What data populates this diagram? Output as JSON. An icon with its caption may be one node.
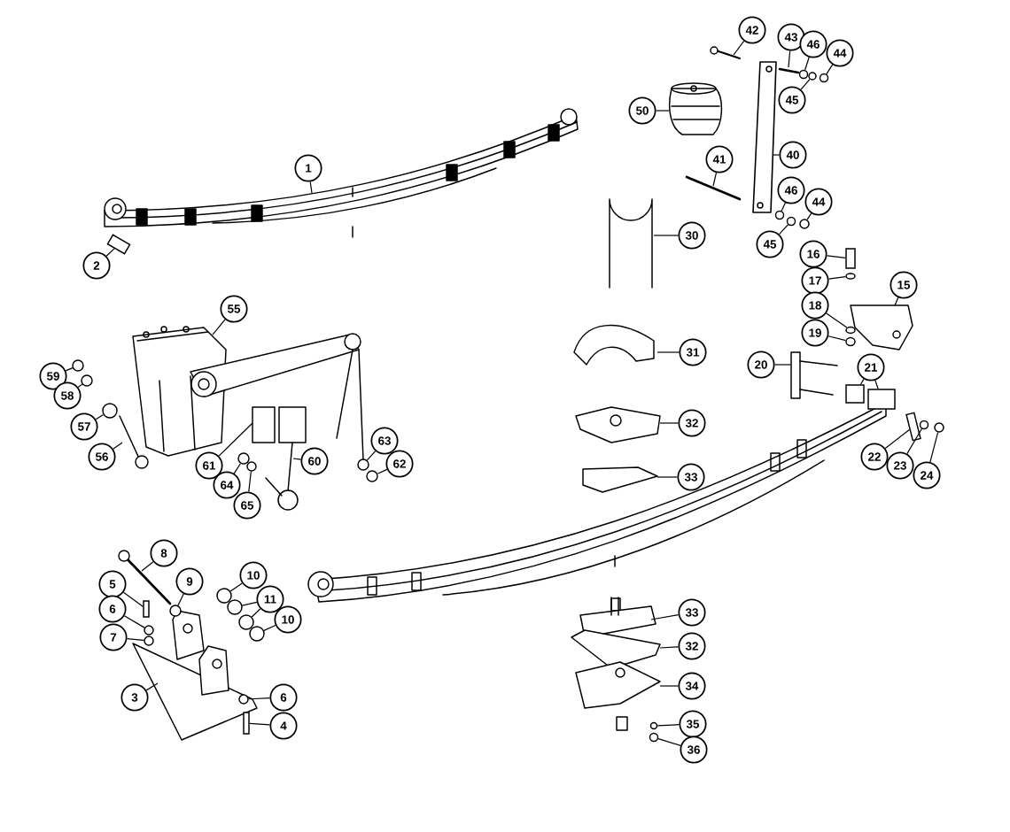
{
  "diagram": {
    "nodes": [
      {
        "text": [
          "1"
        ]
      },
      {
        "text": [
          "2"
        ]
      },
      {
        "text": [
          "42"
        ]
      },
      {
        "text": [
          "43"
        ]
      },
      {
        "text": [
          "46"
        ]
      },
      {
        "text": [
          "44"
        ]
      },
      {
        "text": [
          "45"
        ]
      },
      {
        "text": [
          "50"
        ]
      },
      {
        "text": [
          "40"
        ]
      },
      {
        "text": [
          "41"
        ]
      },
      {
        "text": [
          "46"
        ]
      },
      {
        "text": [
          "44"
        ]
      },
      {
        "text": [
          "30"
        ]
      },
      {
        "text": [
          "45"
        ]
      },
      {
        "text": [
          "16"
        ]
      },
      {
        "text": [
          "17"
        ]
      },
      {
        "text": [
          "15"
        ]
      },
      {
        "text": [
          "55"
        ]
      },
      {
        "text": [
          "18"
        ]
      },
      {
        "text": [
          "19"
        ]
      },
      {
        "text": [
          "31"
        ]
      },
      {
        "text": [
          "20"
        ]
      },
      {
        "text": [
          "21"
        ]
      },
      {
        "text": [
          "59"
        ]
      },
      {
        "text": [
          "58"
        ]
      },
      {
        "text": [
          "32"
        ]
      },
      {
        "text": [
          "57"
        ]
      },
      {
        "text": [
          "63"
        ]
      },
      {
        "text": [
          "56"
        ]
      },
      {
        "text": [
          "22"
        ]
      },
      {
        "text": [
          "60"
        ]
      },
      {
        "text": [
          "62"
        ]
      },
      {
        "text": [
          "61"
        ]
      },
      {
        "text": [
          "23"
        ]
      },
      {
        "text": [
          "33"
        ]
      },
      {
        "text": [
          "24"
        ]
      },
      {
        "text": [
          "64"
        ]
      },
      {
        "text": [
          "65"
        ]
      },
      {
        "text": [
          "8"
        ]
      },
      {
        "text": [
          "10"
        ]
      },
      {
        "text": [
          "9"
        ]
      },
      {
        "text": [
          "5"
        ]
      },
      {
        "text": [
          "11"
        ]
      },
      {
        "text": [
          "6"
        ]
      },
      {
        "text": [
          "33"
        ]
      },
      {
        "text": [
          "10"
        ]
      },
      {
        "text": [
          "7"
        ]
      },
      {
        "text": [
          "32"
        ]
      },
      {
        "text": [
          "34"
        ]
      },
      {
        "text": [
          "3"
        ]
      },
      {
        "text": [
          "6"
        ]
      },
      {
        "text": [
          "35"
        ]
      },
      {
        "text": [
          "4"
        ]
      },
      {
        "text": [
          "36"
        ]
      },
      {
        "text": [],
        "shape": "box"
      },
      {
        "text": [],
        "shape": "circle"
      },
      {
        "text": [],
        "shape": "circle"
      },
      {
        "text": [],
        "shape": "circle"
      },
      {
        "text": [],
        "shape": "circle"
      },
      {
        "text": [],
        "shape": "circle"
      },
      {
        "text": [],
        "shape": "circle"
      },
      {
        "text": [],
        "shape": "box"
      },
      {
        "text": [],
        "shape": "circle"
      },
      {
        "text": [],
        "shape": "circle"
      },
      {
        "text": [],
        "shape": "circle"
      },
      {
        "text": [],
        "shape": "box"
      },
      {
        "text": [],
        "shape": "box"
      },
      {
        "text": [],
        "shape": "circle"
      },
      {
        "text": [],
        "shape": "circle"
      },
      {
        "text": [],
        "shape": "circle"
      },
      {
        "text": [],
        "shape": "circle"
      },
      {
        "text": [],
        "shape": "circle"
      },
      {
        "text": [],
        "shape": "circle"
      },
      {
        "text": [],
        "shape": "circle"
      },
      {
        "text": [],
        "shape": "circle"
      },
      {
        "text": [],
        "shape": "circle"
      },
      {
        "text": [],
        "shape": "box"
      },
      {
        "text": [],
        "shape": "circle"
      },
      {
        "text": [],
        "shape": "circle"
      },
      {
        "text": [],
        "shape": "circle"
      },
      {
        "text": [],
        "shape": "circle"
      },
      {
        "text": [],
        "shape": "circle"
      },
      {
        "text": [],
        "shape": "circle"
      },
      {
        "text": [],
        "shape": "circle"
      },
      {
        "text": [],
        "shape": "circle"
      },
      {
        "text": [],
        "shape": "box"
      },
      {
        "text": [],
        "shape": "circle"
      },
      {
        "text": [],
        "shape": "circle"
      },
      {
        "text": [],
        "shape": "box"
      }
    ],
    "edges": [
      {
        "from": 0,
        "to": null,
        "arrow": "none"
      },
      {
        "from": 1,
        "to": 54,
        "arrow": "none"
      },
      {
        "from": 2,
        "to": null,
        "arrow": "none"
      },
      {
        "from": 3,
        "to": null,
        "arrow": "none"
      },
      {
        "from": 4,
        "to": 55,
        "arrow": "none"
      },
      {
        "from": 5,
        "to": 57,
        "arrow": "none"
      },
      {
        "from": 6,
        "to": 56,
        "arrow": "none"
      },
      {
        "from": 7,
        "to": null,
        "arrow": "none"
      },
      {
        "from": 8,
        "to": null,
        "arrow": "none"
      },
      {
        "from": 9,
        "to": null,
        "arrow": "none"
      },
      {
        "from": 10,
        "to": 58,
        "arrow": "none"
      },
      {
        "from": 11,
        "to": 60,
        "arrow": "none"
      },
      {
        "from": 12,
        "to": null,
        "arrow": "none"
      },
      {
        "from": 13,
        "to": 59,
        "arrow": "none"
      },
      {
        "from": 14,
        "to": 61,
        "arrow": "none"
      },
      {
        "from": 15,
        "to": 62,
        "arrow": "none"
      },
      {
        "from": 16,
        "to": null,
        "arrow": "none"
      },
      {
        "from": 17,
        "to": null,
        "arrow": "none"
      },
      {
        "from": 18,
        "to": 63,
        "arrow": "none"
      },
      {
        "from": 19,
        "to": 64,
        "arrow": "none"
      },
      {
        "from": 20,
        "to": null,
        "arrow": "none"
      },
      {
        "from": 21,
        "to": null,
        "arrow": "none"
      },
      {
        "from": 22,
        "to": 65,
        "arrow": "none"
      },
      {
        "from": 22,
        "to": 66,
        "arrow": "none"
      },
      {
        "from": 23,
        "to": 69,
        "arrow": "none"
      },
      {
        "from": 24,
        "to": 70,
        "arrow": "none"
      },
      {
        "from": 25,
        "to": null,
        "arrow": "none"
      },
      {
        "from": 26,
        "to": 71,
        "arrow": "none"
      },
      {
        "from": 27,
        "to": 72,
        "arrow": "none"
      },
      {
        "from": 28,
        "to": null,
        "arrow": "none"
      },
      {
        "from": 29,
        "to": 88,
        "arrow": "none"
      },
      {
        "from": 30,
        "to": null,
        "arrow": "none"
      },
      {
        "from": 31,
        "to": 73,
        "arrow": "none"
      },
      {
        "from": 32,
        "to": null,
        "arrow": "none"
      },
      {
        "from": 33,
        "to": 67,
        "arrow": "none"
      },
      {
        "from": 34,
        "to": null,
        "arrow": "none"
      },
      {
        "from": 35,
        "to": 68,
        "arrow": "none"
      },
      {
        "from": 36,
        "to": 74,
        "arrow": "none"
      },
      {
        "from": 37,
        "to": 75,
        "arrow": "none"
      },
      {
        "from": 38,
        "to": null,
        "arrow": "none"
      },
      {
        "from": 39,
        "to": 80,
        "arrow": "none"
      },
      {
        "from": 40,
        "to": 77,
        "arrow": "none"
      },
      {
        "from": 41,
        "to": 76,
        "arrow": "none"
      },
      {
        "from": 42,
        "to": 81,
        "arrow": "none"
      },
      {
        "from": 42,
        "to": 82,
        "arrow": "none"
      },
      {
        "from": 43,
        "to": 78,
        "arrow": "none"
      },
      {
        "from": 44,
        "to": null,
        "arrow": "none"
      },
      {
        "from": 45,
        "to": 83,
        "arrow": "none"
      },
      {
        "from": 46,
        "to": 79,
        "arrow": "none"
      },
      {
        "from": 47,
        "to": null,
        "arrow": "none"
      },
      {
        "from": 48,
        "to": null,
        "arrow": "none"
      },
      {
        "from": 49,
        "to": null,
        "arrow": "none"
      },
      {
        "from": 50,
        "to": 84,
        "arrow": "none"
      },
      {
        "from": 51,
        "to": 86,
        "arrow": "none"
      },
      {
        "from": 52,
        "to": 85,
        "arrow": "none"
      },
      {
        "from": 53,
        "to": 87,
        "arrow": "none"
      }
    ]
  }
}
